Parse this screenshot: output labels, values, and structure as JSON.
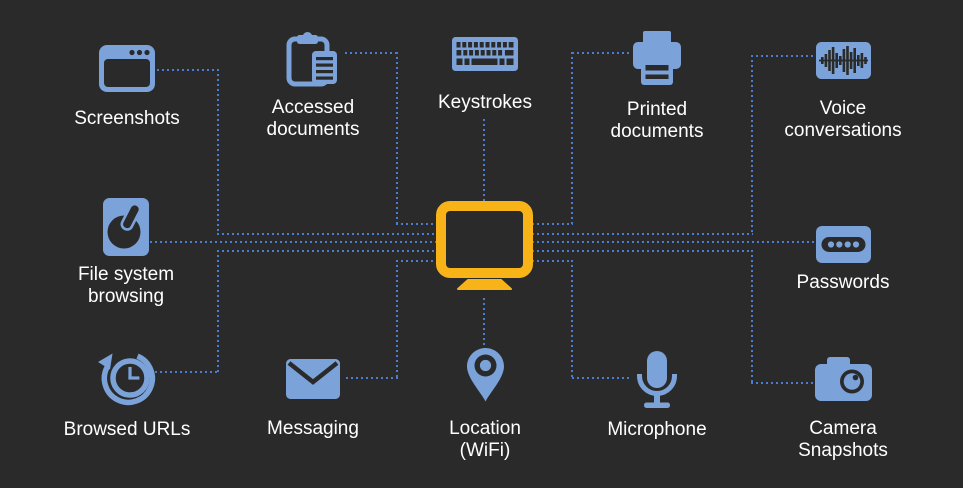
{
  "colors": {
    "background": "#2a2a2a",
    "icon_blue": "#7ba2d9",
    "line_blue": "#4a7dd2",
    "monitor_yellow": "#f7b318",
    "text": "#ffffff"
  },
  "center": {
    "id": "computer",
    "icon": "monitor-icon"
  },
  "nodes": [
    {
      "id": "screenshots",
      "label": "Screenshots",
      "icon": "browser-window-icon"
    },
    {
      "id": "accessed-documents",
      "label": "Accessed\ndocuments",
      "icon": "clipboard-icon"
    },
    {
      "id": "keystrokes",
      "label": "Keystrokes",
      "icon": "keyboard-icon"
    },
    {
      "id": "printed-documents",
      "label": "Printed\ndocuments",
      "icon": "printer-icon"
    },
    {
      "id": "voice-conversations",
      "label": "Voice\nconversations",
      "icon": "waveform-icon"
    },
    {
      "id": "file-system-browsing",
      "label": "File system\nbrowsing",
      "icon": "hard-drive-icon"
    },
    {
      "id": "passwords",
      "label": "Passwords",
      "icon": "password-field-icon"
    },
    {
      "id": "browsed-urls",
      "label": "Browsed URLs",
      "icon": "history-icon"
    },
    {
      "id": "messaging",
      "label": "Messaging",
      "icon": "envelope-icon"
    },
    {
      "id": "location-wifi",
      "label": "Location\n(WiFi)",
      "icon": "map-pin-icon"
    },
    {
      "id": "microphone",
      "label": "Microphone",
      "icon": "microphone-icon"
    },
    {
      "id": "camera-snapshots",
      "label": "Camera\nSnapshots",
      "icon": "camera-icon"
    }
  ],
  "connections": [
    {
      "from": "screenshots",
      "to": "computer"
    },
    {
      "from": "accessed-documents",
      "to": "computer"
    },
    {
      "from": "keystrokes",
      "to": "computer"
    },
    {
      "from": "printed-documents",
      "to": "computer"
    },
    {
      "from": "voice-conversations",
      "to": "computer"
    },
    {
      "from": "file-system-browsing",
      "to": "computer"
    },
    {
      "from": "passwords",
      "to": "computer"
    },
    {
      "from": "browsed-urls",
      "to": "computer"
    },
    {
      "from": "messaging",
      "to": "computer"
    },
    {
      "from": "location-wifi",
      "to": "computer"
    },
    {
      "from": "microphone",
      "to": "computer"
    },
    {
      "from": "camera-snapshots",
      "to": "computer"
    }
  ]
}
